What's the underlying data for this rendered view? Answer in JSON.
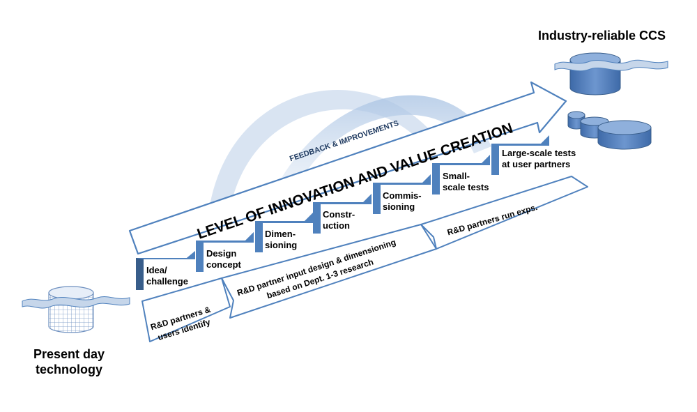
{
  "title_right": "Industry-reliable CCS",
  "title_left": "Present day\ntechnology",
  "main_arrow_text": "LEVEL OF INNOVATION AND VALUE CREATION",
  "feedback_text": "FEEDBACK & IMPROVEMENTS",
  "steps": [
    "Idea/\nchallenge",
    "Design\nconcept",
    "Dimen-\nsioning",
    "Constr-\nuction",
    "Commis-\nsioning",
    "Small-\nscale tests",
    "Large-scale tests\nat user partners"
  ],
  "phases": [
    "R&D partners &\nusers identify",
    "R&D partner input design & dimensioning\nbased on Dept. 1-3 research",
    "R&D partners run exps."
  ],
  "colors": {
    "accent": "#4f81bd",
    "light": "#c6d9f1",
    "dark": "#385d8a"
  }
}
